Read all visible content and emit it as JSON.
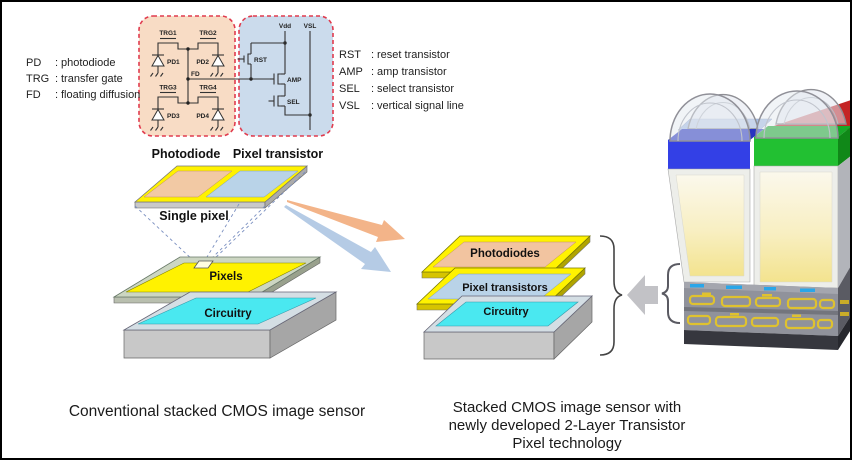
{
  "colon": ":",
  "legend_left": {
    "items": [
      {
        "abbr": "PD",
        "desc": "photodiode"
      },
      {
        "abbr": "TRG",
        "desc": "transfer gate"
      },
      {
        "abbr": "FD",
        "desc": "floating diffusion"
      }
    ]
  },
  "legend_right": {
    "items": [
      {
        "abbr": "RST",
        "desc": "reset transistor"
      },
      {
        "abbr": "AMP",
        "desc": "amp transistor"
      },
      {
        "abbr": "SEL",
        "desc": "select transistor"
      },
      {
        "abbr": "VSL",
        "desc": "vertical signal line"
      }
    ]
  },
  "circuit": {
    "photodiode_section": {
      "label": "Photodiode",
      "trg1": "TRG1",
      "trg2": "TRG2",
      "trg3": "TRG3",
      "trg4": "TRG4",
      "pd1": "PD1",
      "pd2": "PD2",
      "pd3": "PD3",
      "pd4": "PD4",
      "fd": "FD"
    },
    "transistor_section": {
      "label": "Pixel transistor",
      "vdd": "Vdd",
      "vsl": "VSL",
      "rst": "RST",
      "amp": "AMP",
      "sel": "SEL"
    }
  },
  "single_pixel": {
    "label": "Single pixel"
  },
  "conventional_sensor": {
    "pixels_label": "Pixels",
    "circuitry_label": "Circuitry",
    "caption": "Conventional stacked CMOS image sensor"
  },
  "new_sensor": {
    "photodiodes_label": "Photodiodes",
    "pixel_transistors_label": "Pixel transistors",
    "circuitry_label": "Circuitry",
    "caption_lines": [
      "Stacked CMOS image sensor with",
      "newly developed 2-Layer Transistor",
      "Pixel technology"
    ]
  },
  "colors": {
    "photodiode_section_fill": "#F8DCC5",
    "transistor_section_fill": "#CBDBEC",
    "dashed_border": "#E03B4E",
    "plate_yellow": "#FFF200",
    "plate_peach": "#F2C9A4",
    "plate_blue": "#B9D3E8",
    "plate_cyan": "#4AE8F0",
    "arrow_orange": "#F3B489",
    "arrow_blue": "#B5CBE5",
    "arrow_gray": "#C2C2C6",
    "filter_blue": "#3340E6",
    "filter_green": "#22C032",
    "filter_red": "#C42424"
  }
}
